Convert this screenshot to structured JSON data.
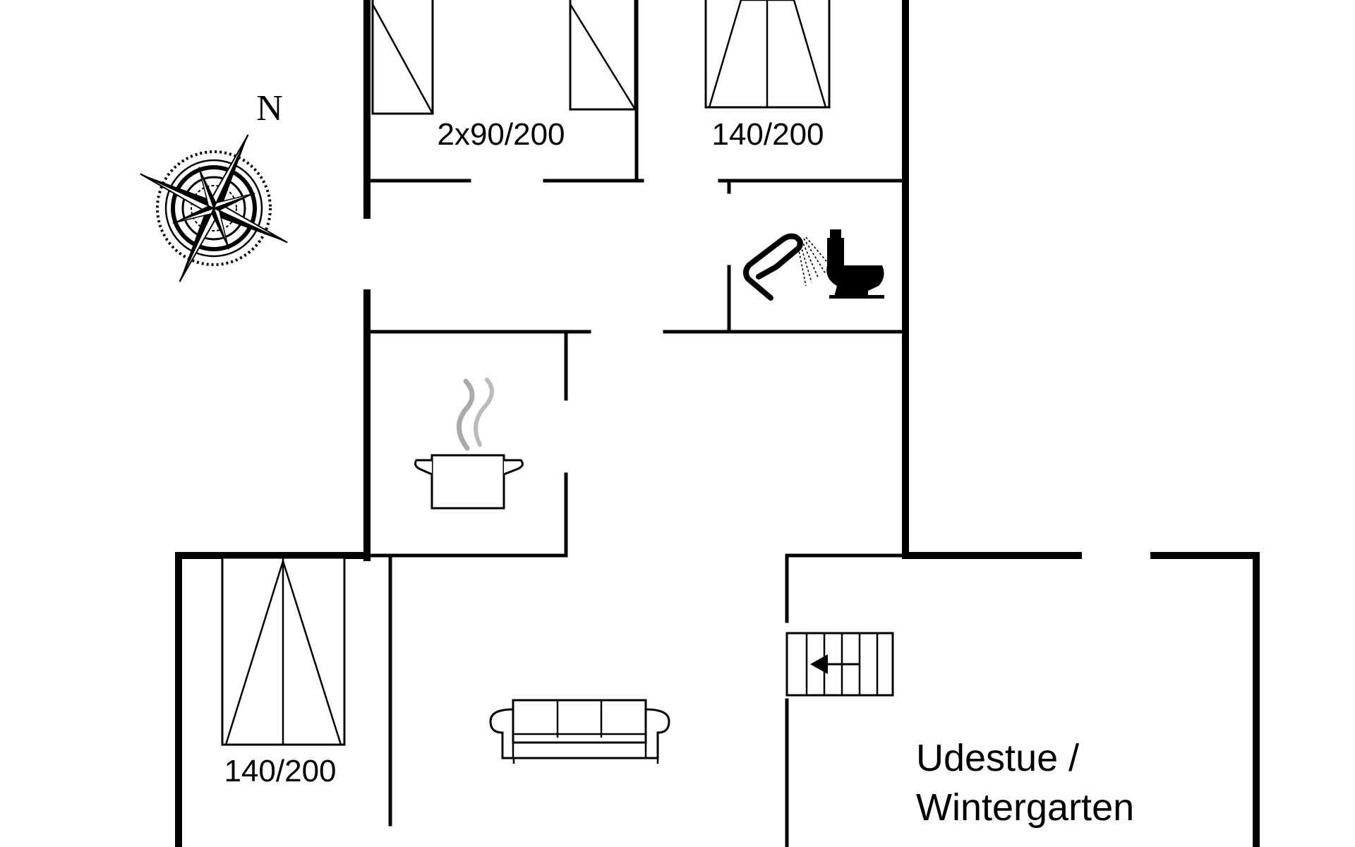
{
  "compass": {
    "north_label": "N"
  },
  "beds": [
    {
      "id": "bedroom-1",
      "label": "2x90/200"
    },
    {
      "id": "bedroom-2",
      "label": "140/200"
    },
    {
      "id": "bedroom-3",
      "label": "140/200"
    }
  ],
  "rooms": {
    "sunroom_line1": "Udestue /",
    "sunroom_line2": "Wintergarten"
  },
  "icons": [
    "compass-rose-icon",
    "shower-icon",
    "toilet-icon",
    "cooking-pot-icon",
    "sofa-icon",
    "staircase-icon"
  ]
}
